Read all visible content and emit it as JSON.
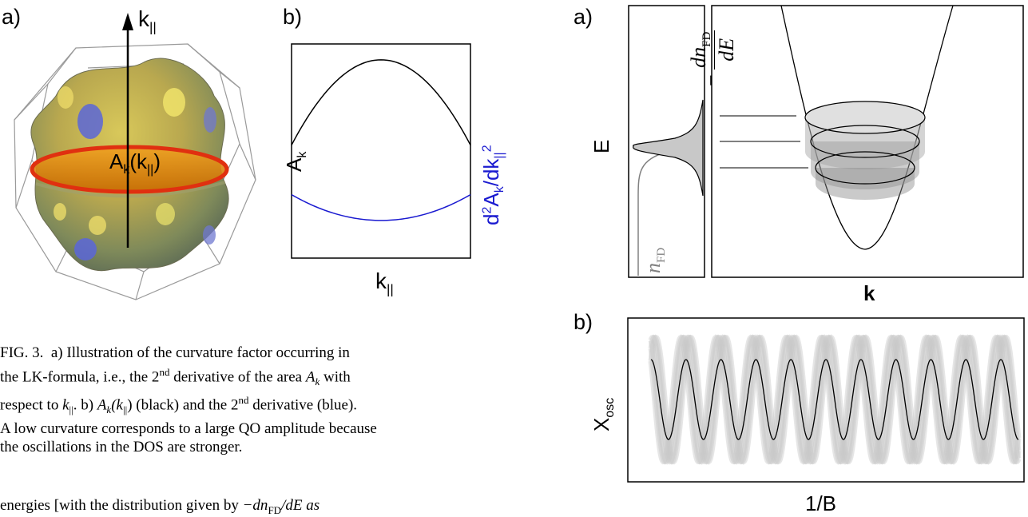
{
  "figure3": {
    "panel_a_label": "a)",
    "panel_b_label": "b)",
    "kpar_arrow_label": "k",
    "kpar_arrow_sub": "||",
    "area_label": "A",
    "area_label_sub": "k",
    "area_label_arg": "(k",
    "area_label_arg_sub": "||",
    "area_label_close": ")",
    "ylabel_left": "A",
    "ylabel_left_sub": "k",
    "ylabel_right": "d",
    "ylabel_right_sup": "2",
    "ylabel_right_mid": "A",
    "ylabel_right_sub": "k",
    "ylabel_right_slash": "/dk",
    "ylabel_right_sub2": "||",
    "ylabel_right_sup2": "2",
    "xlabel": "k",
    "xlabel_sub": "||",
    "colors": {
      "area_curve": "#000000",
      "derivative_curve": "#1a1ad0"
    }
  },
  "caption": {
    "lines": [
      "FIG. 3.  a) Illustration of the curvature factor occurring in",
      "the LK-formula, i.e., the 2nd derivative of the area A_k with",
      "respect to k_||. b) A_k(k_||) (black) and the 2nd derivative (blue).",
      "A low curvature corresponds to a large QO amplitude because",
      "the oscillations in the DOS are stronger."
    ],
    "fig": "FIG. 3.",
    "a_text": "a) Illustration of the curvature factor occurring in",
    "l2_pre": "the LK-formula, i.e., the 2",
    "l2_sup": "nd",
    "l2_mid": " derivative of the area ",
    "l2_var": "A",
    "l2_var_sub": "k",
    "l2_post": " with",
    "l3_pre": "respect to ",
    "l3_var": "k",
    "l3_var_sub": "||",
    "l3_mid": ". b) ",
    "l3_A": "A",
    "l3_A_sub": "k",
    "l3_paren": "(k",
    "l3_paren_sub": "||",
    "l3_after": ") (black) and the 2",
    "l3_sup": "nd",
    "l3_end": " derivative (blue).",
    "l4": "A low curvature corresponds to a large QO amplitude because",
    "l5": "the oscillations in the DOS are stronger."
  },
  "body_text": {
    "fragment_pre": "energies [with the distribution given by ",
    "fragment_math": "−dn",
    "fragment_math_sub": "FD",
    "fragment_post": "/dE as"
  },
  "figure4": {
    "panel_a_label": "a)",
    "panel_b_label": "b)",
    "e_axis": "E",
    "k_axis": "k",
    "dn_num": "dn",
    "dn_num_sub": "FD",
    "dn_den": "dE",
    "dn_minus": "−",
    "nfd": "n",
    "nfd_sub": "FD",
    "x_osc": "X",
    "x_osc_sub": "osc",
    "inv_b": "1/B"
  },
  "chart_data": [
    {
      "type": "line",
      "title": "",
      "xlabel": "k_||",
      "ylabel": "A_k",
      "ylabel_right": "d²A_k/dk_||²",
      "series": [
        {
          "name": "",
          "color": "#000000",
          "x": [
            -1,
            -0.5,
            0,
            0.5,
            1
          ],
          "values": [
            0.57,
            0.88,
            1.0,
            0.88,
            0.57
          ]
        },
        {
          "name": "",
          "color": "#1a1ad0",
          "x": [
            -1,
            -0.5,
            0,
            0.5,
            1
          ],
          "values": [
            0.32,
            0.22,
            0.19,
            0.22,
            0.32
          ]
        }
      ],
      "ylim": [
        0,
        1.08
      ],
      "grid": false
    },
    {
      "type": "line",
      "title": "",
      "xlabel": "1/B",
      "ylabel": "X_osc",
      "series": [
        {
          "name": "",
          "color": "#000000",
          "cycles": 10.5,
          "amplitude": 1.0
        }
      ],
      "grid": false
    }
  ]
}
